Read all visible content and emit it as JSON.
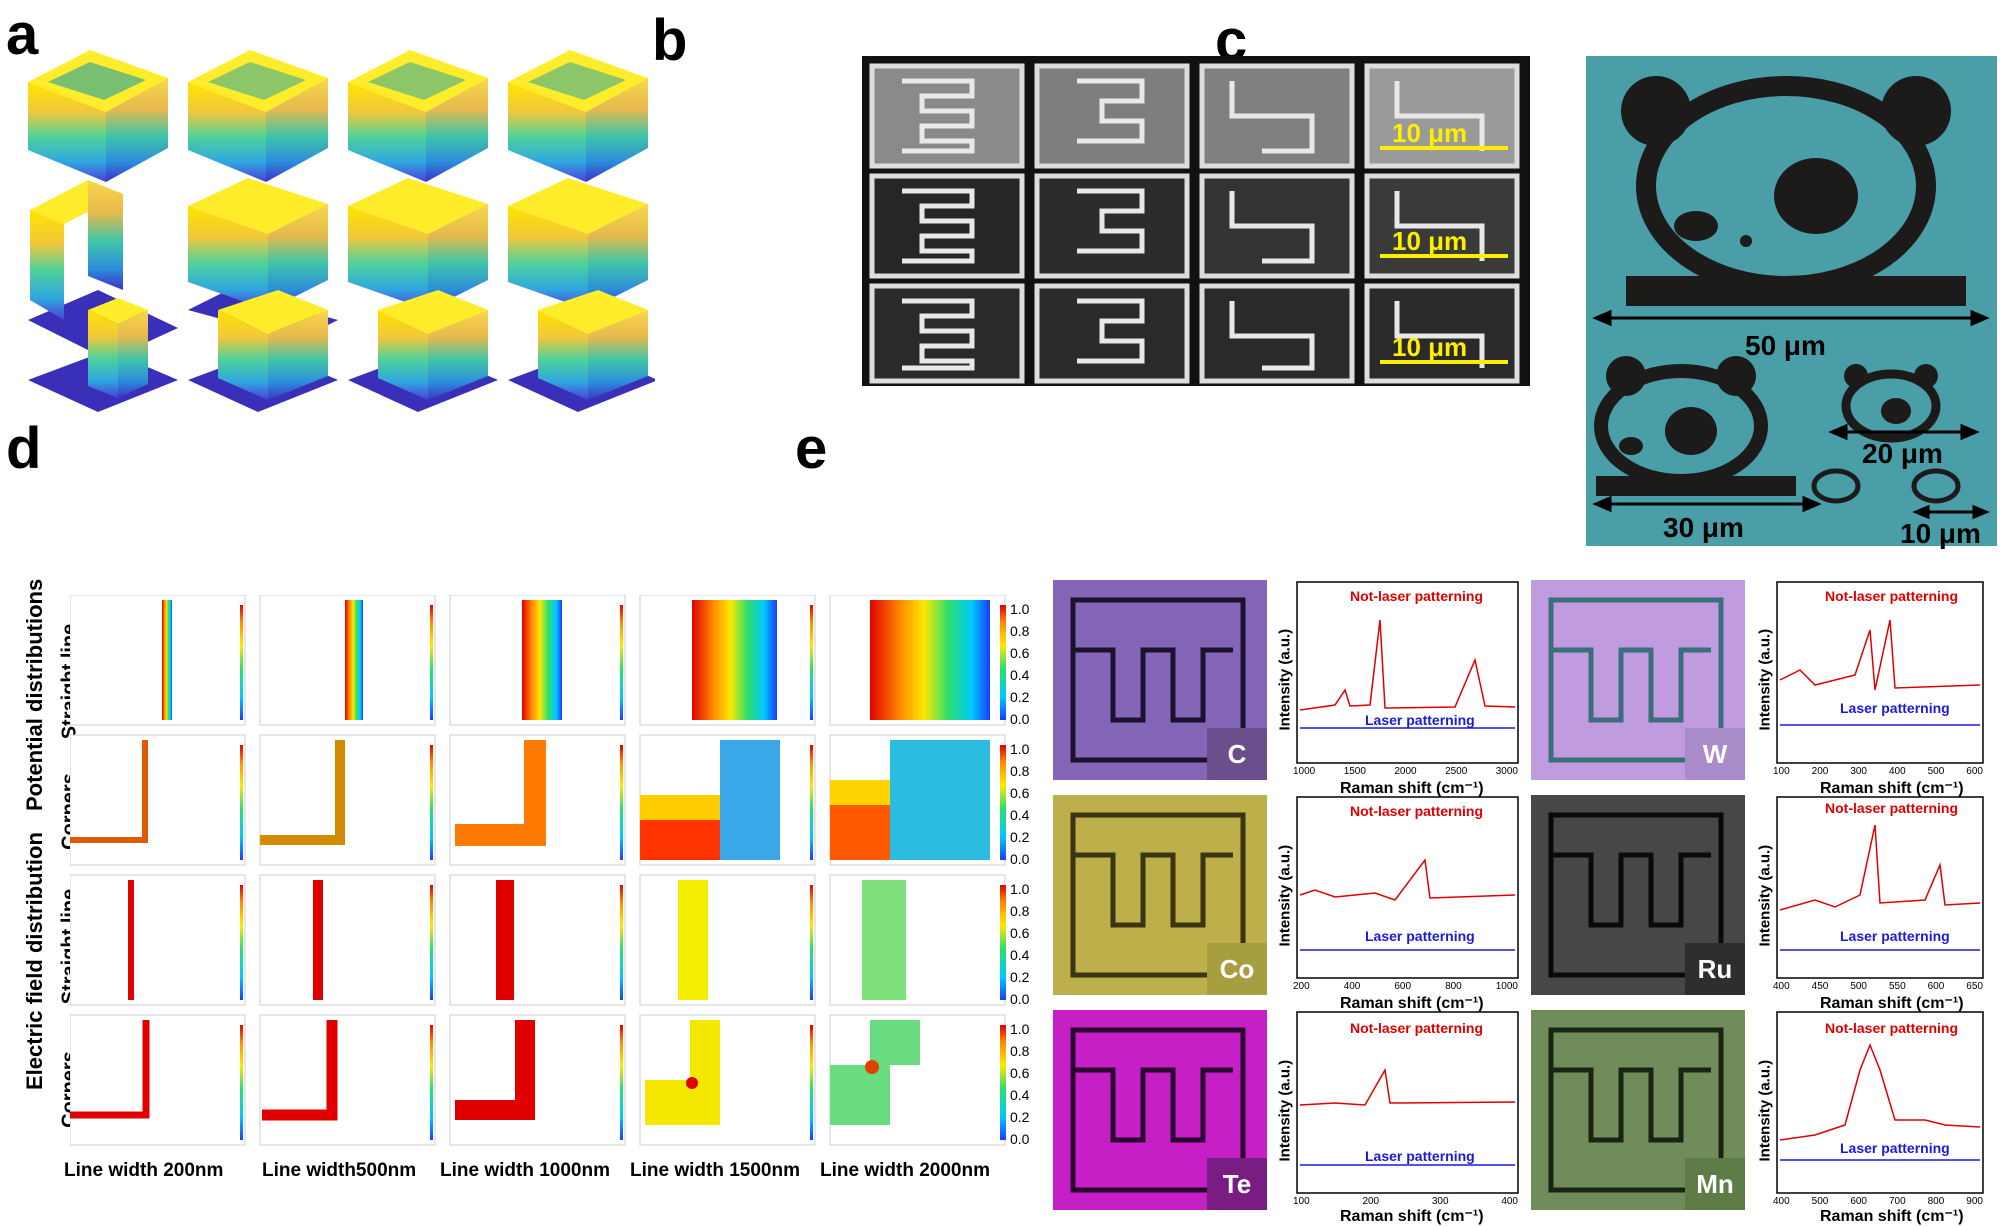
{
  "panels": {
    "a": "a",
    "b": "b",
    "c": "c",
    "d": "d",
    "e": "e"
  },
  "panel_b": {
    "scale_label": "10 μm"
  },
  "panel_c": {
    "scale_50": "50 μm",
    "scale_30": "30 μm",
    "scale_20": "20 μm",
    "scale_10": "10 μm"
  },
  "panel_d": {
    "row_labels": [
      "Straight line",
      "Corners",
      "Straight line",
      "Corners"
    ],
    "group_labels": [
      "Potential distributions",
      "Electric field distribution"
    ],
    "col_labels": [
      "Line width 200nm",
      "Line width500nm",
      "Line width 1000nm",
      "Line width 1500nm",
      "Line width 2000nm"
    ],
    "colorbar_ticks": [
      "1.0",
      "0.8",
      "0.6",
      "0.4",
      "0.2",
      "0.0"
    ]
  },
  "panel_e": {
    "legend_not": "Not-laser patterning",
    "legend_laser": "Laser patterning",
    "ylabel": "Intensity (a.u.)",
    "xlabel": "Raman shift (cm⁻¹)",
    "elements": [
      "C",
      "W",
      "Co",
      "Ru",
      "Te",
      "Mn"
    ],
    "map_colors": [
      "#7d5fb0",
      "#b28ad8",
      "#bfb24a",
      "#3b3b3b",
      "#c41fc4",
      "#6f8a5a"
    ],
    "tag_colors": [
      "#6a4f8c",
      "#a98bc9",
      "#a79e3f",
      "#2e2e2e",
      "#7a1d82",
      "#5e7d46"
    ],
    "xticks": [
      [
        "1000",
        "1500",
        "2000",
        "2500",
        "3000"
      ],
      [
        "100",
        "200",
        "300",
        "400",
        "500",
        "600"
      ],
      [
        "200",
        "400",
        "600",
        "800",
        "1000"
      ],
      [
        "400",
        "450",
        "500",
        "550",
        "600",
        "650"
      ],
      [
        "100",
        "200",
        "300",
        "400"
      ],
      [
        "400",
        "500",
        "600",
        "700",
        "800",
        "900"
      ]
    ]
  }
}
